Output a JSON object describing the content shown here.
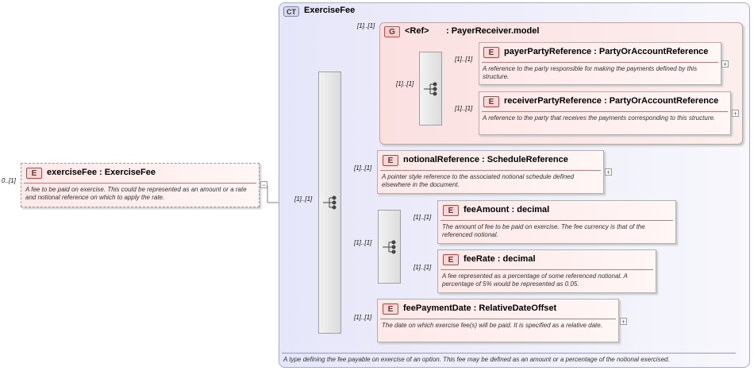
{
  "root": {
    "cardinality": "0..[1]",
    "name": "exerciseFee",
    "type": "ExerciseFee",
    "description": "A fee to be paid on exercise. This could be represented as an amount or a rate and notional reference on which to apply the rate."
  },
  "complex_type": {
    "badge": "CT",
    "name": "ExerciseFee",
    "footer": "A type defining the fee payable on exercise of an option. This fee may be defined as an amount or a percentage of the notional exercised."
  },
  "sequence_cardinality": "[1]..[1]",
  "group": {
    "cardinality": "[1]..[1]",
    "badge": "G",
    "ref_label": "<Ref>",
    "name": ": PayerReceiver.model",
    "sequence_cardinality": "[1]..[1]",
    "elements": [
      {
        "badge": "E",
        "cardinality": "[1]..[1]",
        "name": "payerPartyReference",
        "type": "PartyOrAccountReference",
        "description": "A reference to the party responsible for making the payments defined by this structure."
      },
      {
        "badge": "E",
        "cardinality": "[1]..[1]",
        "name": "receiverPartyReference",
        "type": "PartyOrAccountReference",
        "description": "A reference to the party that receives the payments corresponding to this structure."
      }
    ]
  },
  "notional": {
    "badge": "E",
    "cardinality": "[1]..[1]",
    "name": "notionalReference",
    "type": "ScheduleReference",
    "description": "A pointer style reference to the associated notional schedule defined elsewhere in the document."
  },
  "choice": {
    "cardinality": "[1]..[1]",
    "elements": [
      {
        "badge": "E",
        "cardinality": "[1]..[1]",
        "name": "feeAmount",
        "type": "decimal",
        "description": "The amount of fee to be paid on exercise. The fee currency is that of the referenced notional."
      },
      {
        "badge": "E",
        "cardinality": "[1]..[1]",
        "name": "feeRate",
        "type": "decimal",
        "description": "A fee represented as a percentage of some referenced notional. A percentage of 5% would be represented as 0.05."
      }
    ]
  },
  "payment_date": {
    "badge": "E",
    "cardinality": "[1]..[1]",
    "name": "feePaymentDate",
    "type": "RelativeDateOffset",
    "description": "The date on which exercise fee(s) will be paid. It is specified as a relative date."
  },
  "symbols": {
    "expand": "+",
    "collapse": "−",
    "type_separator": " : "
  }
}
